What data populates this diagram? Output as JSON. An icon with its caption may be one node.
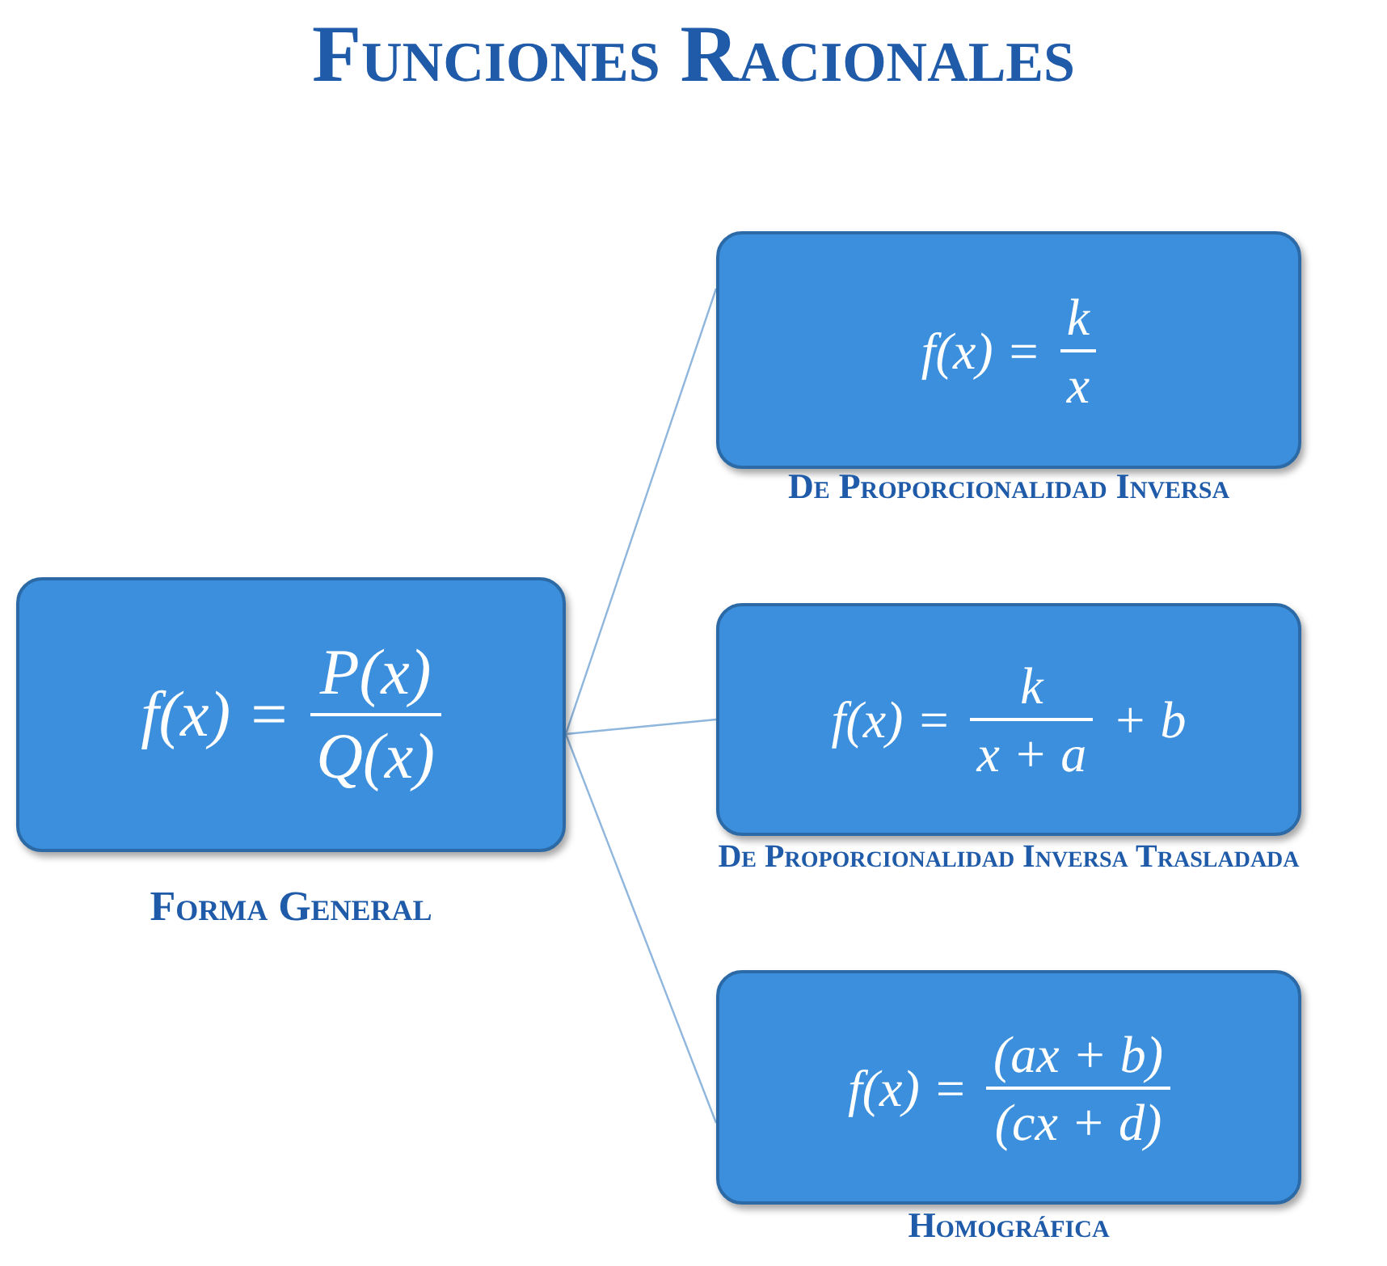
{
  "diagram": {
    "title": "Funciones Racionales",
    "nodes": [
      {
        "text": [
          "f(x) =",
          "P(x)",
          "Q(x)"
        ],
        "beside": [
          "Forma General"
        ]
      },
      {
        "text": [
          "f(x) =",
          "k",
          "x"
        ],
        "beside": [
          "De Proporcionalidad Inversa"
        ]
      },
      {
        "text": [
          "f(x) =",
          "k",
          "x + a",
          "+ b"
        ],
        "beside": [
          "De Proporcionalidad Inversa Trasladada"
        ]
      },
      {
        "text": [
          "f(x) =",
          "(ax + b)",
          "(cx + d)"
        ],
        "beside": [
          "Homográfica"
        ]
      }
    ],
    "edges": [
      {
        "from": 0,
        "to": 1,
        "arrow": "none"
      },
      {
        "from": 0,
        "to": 2,
        "arrow": "none"
      },
      {
        "from": 0,
        "to": 3,
        "arrow": "none"
      }
    ]
  }
}
